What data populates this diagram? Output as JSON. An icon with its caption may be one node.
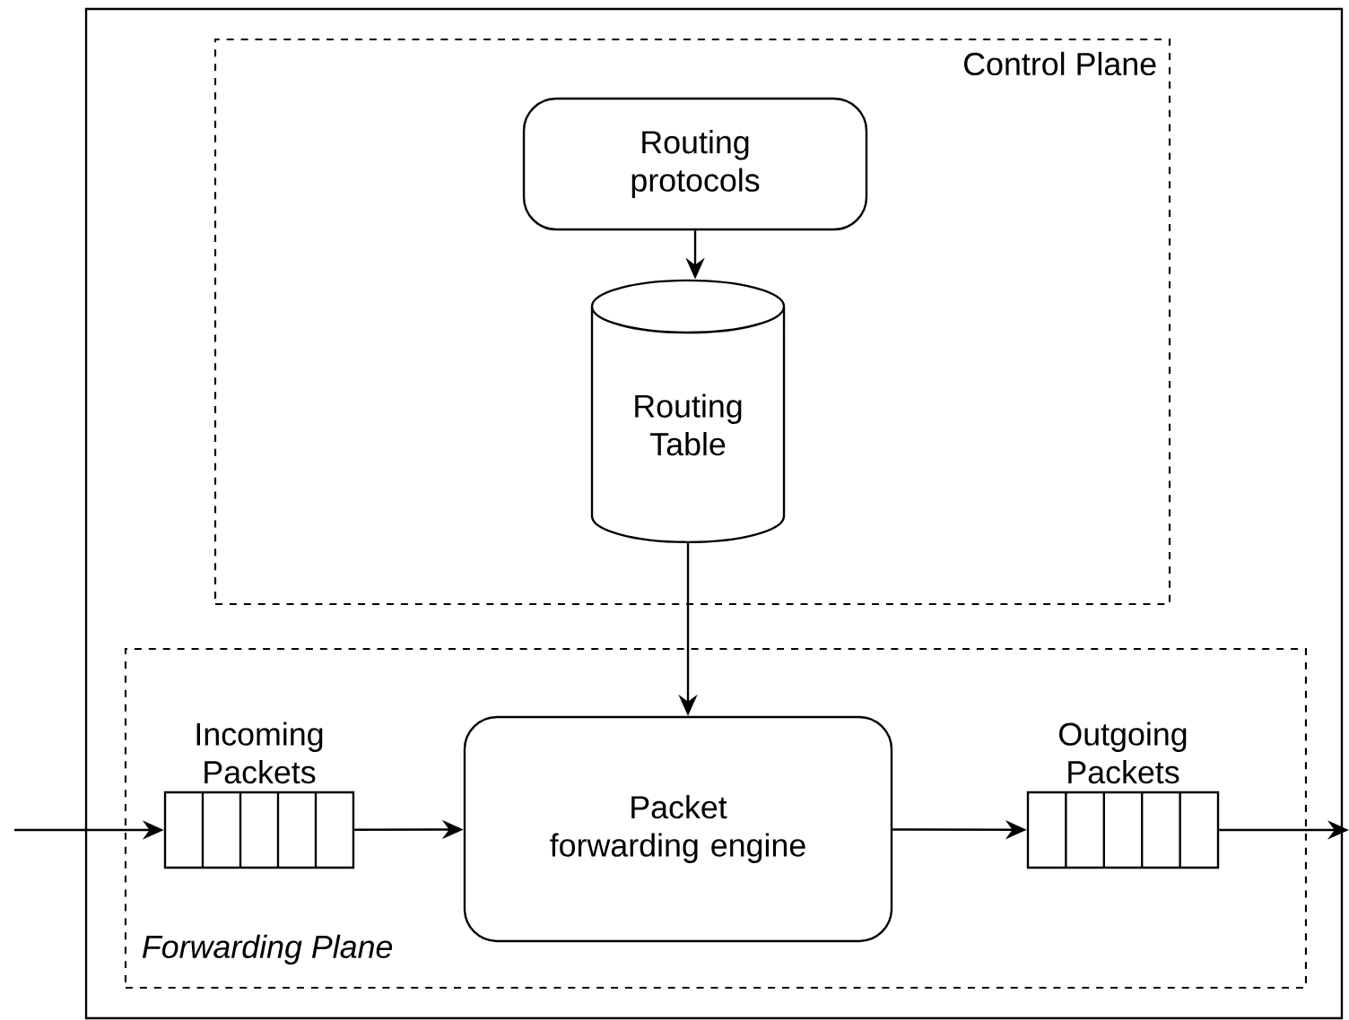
{
  "diagram": {
    "nodes": [
      {
        "text": [],
        "shape": "box"
      },
      {
        "text": [
          "Control Plane"
        ],
        "in": 0
      },
      {
        "text": [
          "Routing protocols"
        ],
        "in": 1
      },
      {
        "text": [
          "Routing Table"
        ],
        "in": 1
      },
      {
        "text": [
          "Forwarding Plane"
        ],
        "in": 0
      },
      {
        "text": [
          "Incoming Packets"
        ],
        "in": 4
      },
      {
        "text": [
          "Packet forwarding engine"
        ],
        "in": 4
      },
      {
        "text": [
          "Outgoing Packets"
        ],
        "in": 4
      }
    ],
    "edges": [
      {
        "from": 2,
        "to": 3,
        "arrow": "to"
      },
      {
        "from": 3,
        "to": 6,
        "arrow": "to"
      },
      {
        "from": null,
        "to": 5,
        "arrow": "to"
      },
      {
        "from": 5,
        "to": 6,
        "arrow": "to"
      },
      {
        "from": 6,
        "to": 7,
        "arrow": "to"
      },
      {
        "from": 7,
        "to": null,
        "arrow": "to"
      }
    ]
  }
}
